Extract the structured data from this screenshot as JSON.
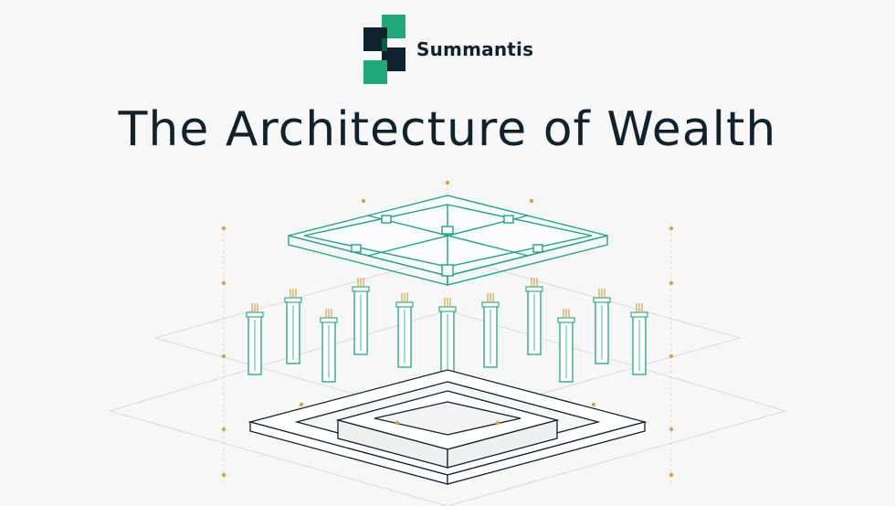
{
  "brand": {
    "name": "Summantis",
    "colors": {
      "dark": "#10222e",
      "green": "#1fa878",
      "accent": "#d8a24a"
    }
  },
  "hero": {
    "title": "The Architecture of Wealth"
  },
  "illustration": {
    "icon": "exploded-structure-diagram",
    "pillar_count": 11
  }
}
